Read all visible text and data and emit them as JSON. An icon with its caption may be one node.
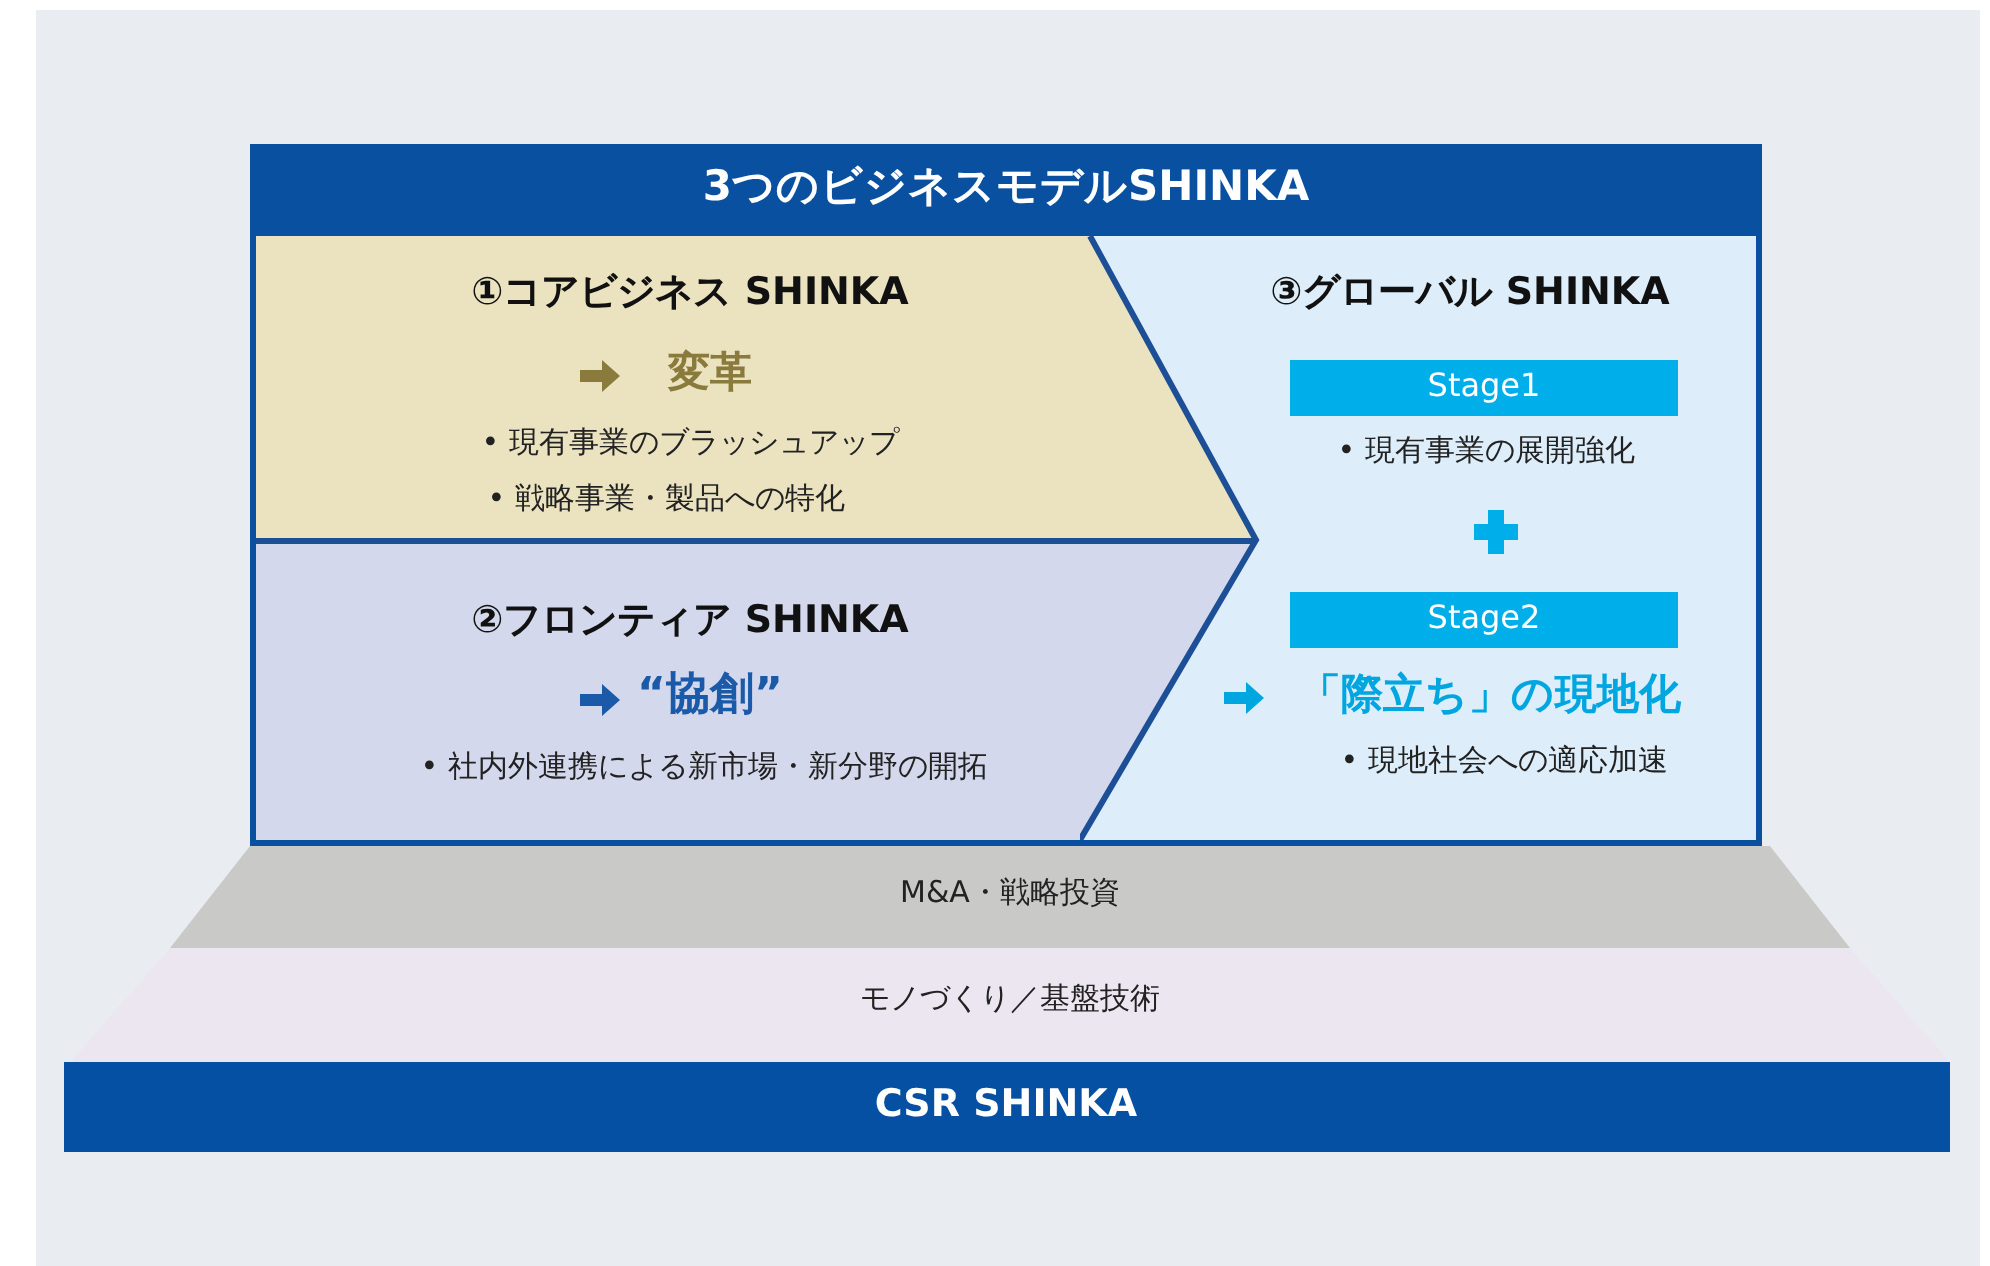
{
  "diagram": {
    "nodes": [
      {
        "text": [
          "3つのビジネスモデルSHINKA"
        ]
      },
      {
        "text": [
          "①コアビジネス SHINKA",
          "変革",
          "• 現有事業のブラッシュアップ",
          "• 戦略事業・製品への特化"
        ],
        "in": 0
      },
      {
        "text": [
          "②フロンティア SHINKA",
          "“協創”",
          "• 社内外連携による新市場・新分野の開拓"
        ],
        "in": 0
      },
      {
        "text": [
          "③グローバル SHINKA",
          "• 現有事業の展開強化",
          "「際立ち」の現地化",
          "• 現地社会への適応加速"
        ],
        "in": 0
      },
      {
        "text": [
          "Stage1"
        ],
        "in": 3
      },
      {
        "text": [
          "Stage2"
        ],
        "in": 3
      },
      {
        "text": [
          "M&A・戦略投資"
        ]
      },
      {
        "text": [
          "モノづくり／基盤技術"
        ]
      },
      {
        "text": [
          "CSR SHINKA"
        ]
      }
    ],
    "edges": []
  }
}
